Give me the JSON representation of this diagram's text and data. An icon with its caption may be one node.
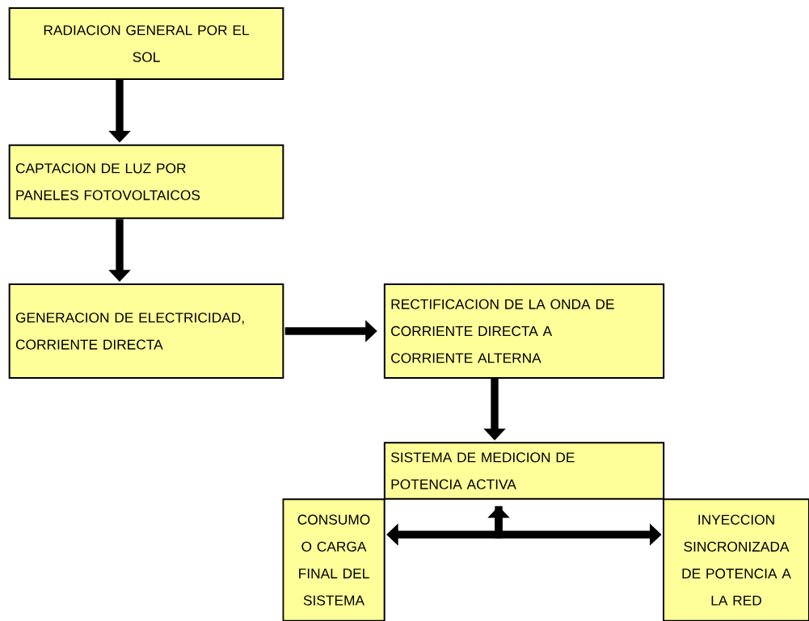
{
  "diagram": {
    "nodes": [
      {
        "text": [
          "RADIACION GENERAL POR EL SOL"
        ]
      },
      {
        "text": [
          "CAPTACION DE LUZ POR PANELES FOTOVOLTAICOS"
        ]
      },
      {
        "text": [
          "GENERACION DE ELECTRICIDAD, CORRIENTE DIRECTA"
        ]
      },
      {
        "text": [
          "RECTIFICACION DE LA ONDA DE CORRIENTE DIRECTA A CORRIENTE ALTERNA"
        ]
      },
      {
        "text": [
          "SISTEMA DE MEDICION DE POTENCIA ACTIVA"
        ]
      },
      {
        "text": [
          "CONSUMO O CARGA FINAL DEL SISTEMA"
        ]
      },
      {
        "text": [
          "INYECCION SINCRONIZADA DE POTENCIA A LA RED"
        ]
      }
    ],
    "edges": [
      {
        "from": 0,
        "to": 1,
        "arrow": "to"
      },
      {
        "from": 1,
        "to": 2,
        "arrow": "to"
      },
      {
        "from": 2,
        "to": 3,
        "arrow": "to"
      },
      {
        "from": 3,
        "to": 4,
        "arrow": "to"
      },
      {
        "from": 4,
        "to": 5,
        "arrow": "both"
      },
      {
        "from": 4,
        "to": 6,
        "arrow": "to"
      }
    ]
  }
}
